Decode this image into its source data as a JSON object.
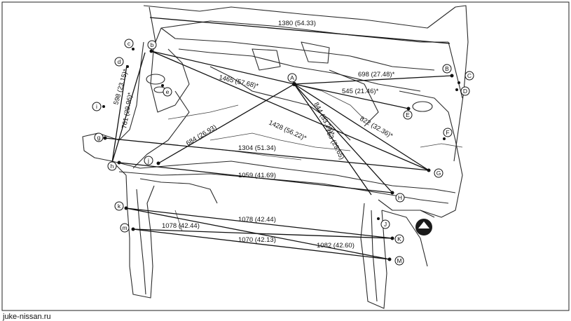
{
  "points": [
    "A",
    "B",
    "C",
    "D",
    "E",
    "F",
    "G",
    "H",
    "J",
    "K",
    "M",
    "b",
    "c",
    "d",
    "e",
    "g",
    "h",
    "i",
    "j",
    "k",
    "m"
  ],
  "measurements": [
    {
      "text": "1380 (54.33)"
    },
    {
      "text": "698 (27.48)*"
    },
    {
      "text": "545 (21.46)*"
    },
    {
      "text": "1465 (57.68)*"
    },
    {
      "text": "1428 (56.22)*"
    },
    {
      "text": "844 (33.23)*"
    },
    {
      "text": "753 (29.65)"
    },
    {
      "text": "822 (32.36)*"
    },
    {
      "text": "684 (26.93)"
    },
    {
      "text": "1304 (51.34)"
    },
    {
      "text": "1059 (41.69)"
    },
    {
      "text": "598 (23.15)*"
    },
    {
      "text": "761 (29.96)*"
    },
    {
      "text": "1078 (42.44)"
    },
    {
      "text": "1078 (42.44)"
    },
    {
      "text": "1070 (42.13)"
    },
    {
      "text": "1082 (42.60)"
    }
  ],
  "watermark": "juke-nissan.ru"
}
